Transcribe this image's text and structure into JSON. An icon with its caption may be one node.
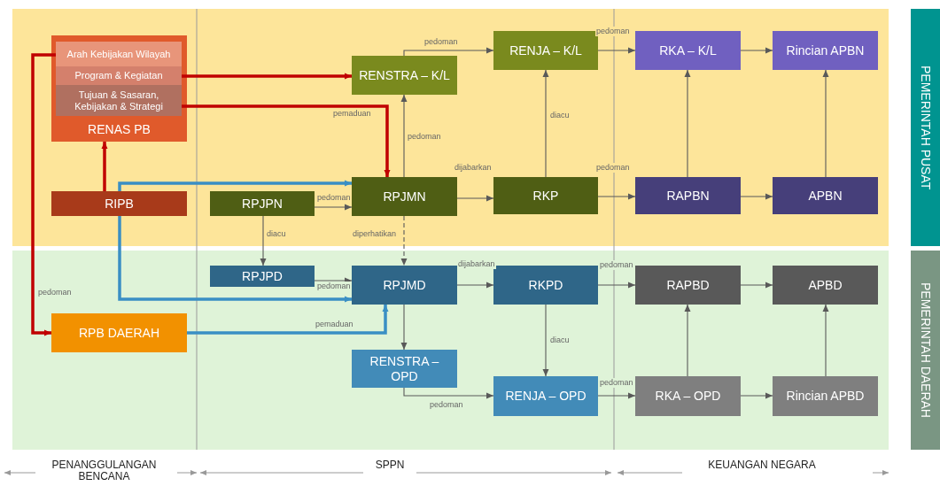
{
  "diagram": {
    "nodes": [
      {
        "text": [
          "PEMERINTAH PUSAT"
        ]
      },
      {
        "text": [
          "RENAS PB"
        ],
        "in": 0
      },
      {
        "text": [
          "Arah Kebijakan Wilayah"
        ],
        "in": 1
      },
      {
        "text": [
          "Program & Kegiatan"
        ],
        "in": 1
      },
      {
        "text": [
          "Tujuan & Sasaran, Kebijakan & Strategi"
        ],
        "in": 1
      },
      {
        "text": [
          "RENSTRA – K/L"
        ],
        "in": 0
      },
      {
        "text": [
          "RENJA – K/L"
        ],
        "in": 0
      },
      {
        "text": [
          "RKA – K/L"
        ],
        "in": 0
      },
      {
        "text": [
          "Rincian APBN"
        ],
        "in": 0
      },
      {
        "text": [
          "RIPB"
        ],
        "in": 0
      },
      {
        "text": [
          "RPJPN"
        ],
        "in": 0
      },
      {
        "text": [
          "RPJMN"
        ],
        "in": 0
      },
      {
        "text": [
          "RKP"
        ],
        "in": 0
      },
      {
        "text": [
          "RAPBN"
        ],
        "in": 0
      },
      {
        "text": [
          "APBN"
        ],
        "in": 0
      },
      {
        "text": [
          "PEMERINTAH DAERAH"
        ]
      },
      {
        "text": [
          "RPJPD"
        ],
        "in": 15
      },
      {
        "text": [
          "RPJMD"
        ],
        "in": 15
      },
      {
        "text": [
          "RKPD"
        ],
        "in": 15
      },
      {
        "text": [
          "RAPBD"
        ],
        "in": 15
      },
      {
        "text": [
          "APBD"
        ],
        "in": 15
      },
      {
        "text": [
          "RPB DAERAH"
        ],
        "in": 15
      },
      {
        "text": [
          "RENSTRA – OPD"
        ],
        "in": 15
      },
      {
        "text": [
          "RENJA – OPD"
        ],
        "in": 15
      },
      {
        "text": [
          "RKA – OPD"
        ],
        "in": 15
      },
      {
        "text": [
          "Rincian APBD"
        ],
        "in": 15
      }
    ],
    "edges": [
      {
        "from": 3,
        "to": 5,
        "arrow": "to",
        "style": "thick",
        "color": "#c00000"
      },
      {
        "from": 4,
        "to": 11,
        "arrow": "to",
        "label": "pemaduan",
        "style": "thick",
        "color": "#c00000"
      },
      {
        "from": 2,
        "to": 21,
        "arrow": "to",
        "label": "pedoman",
        "style": "thick",
        "color": "#c00000"
      },
      {
        "from": 9,
        "to": 1,
        "arrow": "to",
        "style": "thick",
        "color": "#c00000"
      },
      {
        "from": 9,
        "to": 11,
        "arrow": "to",
        "style": "thick",
        "color": "#3a8fc4"
      },
      {
        "from": 9,
        "to": 17,
        "arrow": "to",
        "style": "thick",
        "color": "#3a8fc4"
      },
      {
        "from": 21,
        "to": 17,
        "arrow": "to",
        "label": "pemaduan",
        "style": "thick",
        "color": "#3a8fc4"
      },
      {
        "from": 10,
        "to": 11,
        "arrow": "to",
        "label": "pedoman"
      },
      {
        "from": 10,
        "to": 16,
        "arrow": "to",
        "label": "diacu"
      },
      {
        "from": 11,
        "to": 5,
        "arrow": "to",
        "label": "pedoman"
      },
      {
        "from": 5,
        "to": 6,
        "arrow": "to",
        "label": "pedoman"
      },
      {
        "from": 11,
        "to": 12,
        "arrow": "to",
        "label": "dijabarkan"
      },
      {
        "from": 12,
        "to": 6,
        "arrow": "to",
        "label": "diacu"
      },
      {
        "from": 6,
        "to": 7,
        "arrow": "to",
        "label": "pedoman"
      },
      {
        "from": 12,
        "to": 13,
        "arrow": "to",
        "label": "pedoman"
      },
      {
        "from": 7,
        "to": 8,
        "arrow": "to"
      },
      {
        "from": 13,
        "to": 7,
        "arrow": "to"
      },
      {
        "from": 13,
        "to": 14,
        "arrow": "to"
      },
      {
        "from": 14,
        "to": 8,
        "arrow": "to"
      },
      {
        "from": 11,
        "to": 17,
        "arrow": "to",
        "label": "diperhatikan",
        "style": "dashed"
      },
      {
        "from": 16,
        "to": 17,
        "arrow": "to",
        "label": "pedoman"
      },
      {
        "from": 17,
        "to": 18,
        "arrow": "to",
        "label": "dijabarkan"
      },
      {
        "from": 17,
        "to": 22,
        "arrow": "to"
      },
      {
        "from": 22,
        "to": 23,
        "arrow": "to",
        "label": "pedoman"
      },
      {
        "from": 18,
        "to": 23,
        "arrow": "to",
        "label": "diacu"
      },
      {
        "from": 18,
        "to": 19,
        "arrow": "to",
        "label": "pedoman"
      },
      {
        "from": 23,
        "to": 24,
        "arrow": "to",
        "label": "pedoman"
      },
      {
        "from": 19,
        "to": 20,
        "arrow": "to"
      },
      {
        "from": 24,
        "to": 19,
        "arrow": "to"
      },
      {
        "from": 24,
        "to": 25,
        "arrow": "to"
      },
      {
        "from": 25,
        "to": 20,
        "arrow": "to"
      }
    ],
    "labels": [
      "PENANGGULANGAN BENCANA",
      "SPPN",
      "KEUANGAN NEGARA"
    ]
  }
}
